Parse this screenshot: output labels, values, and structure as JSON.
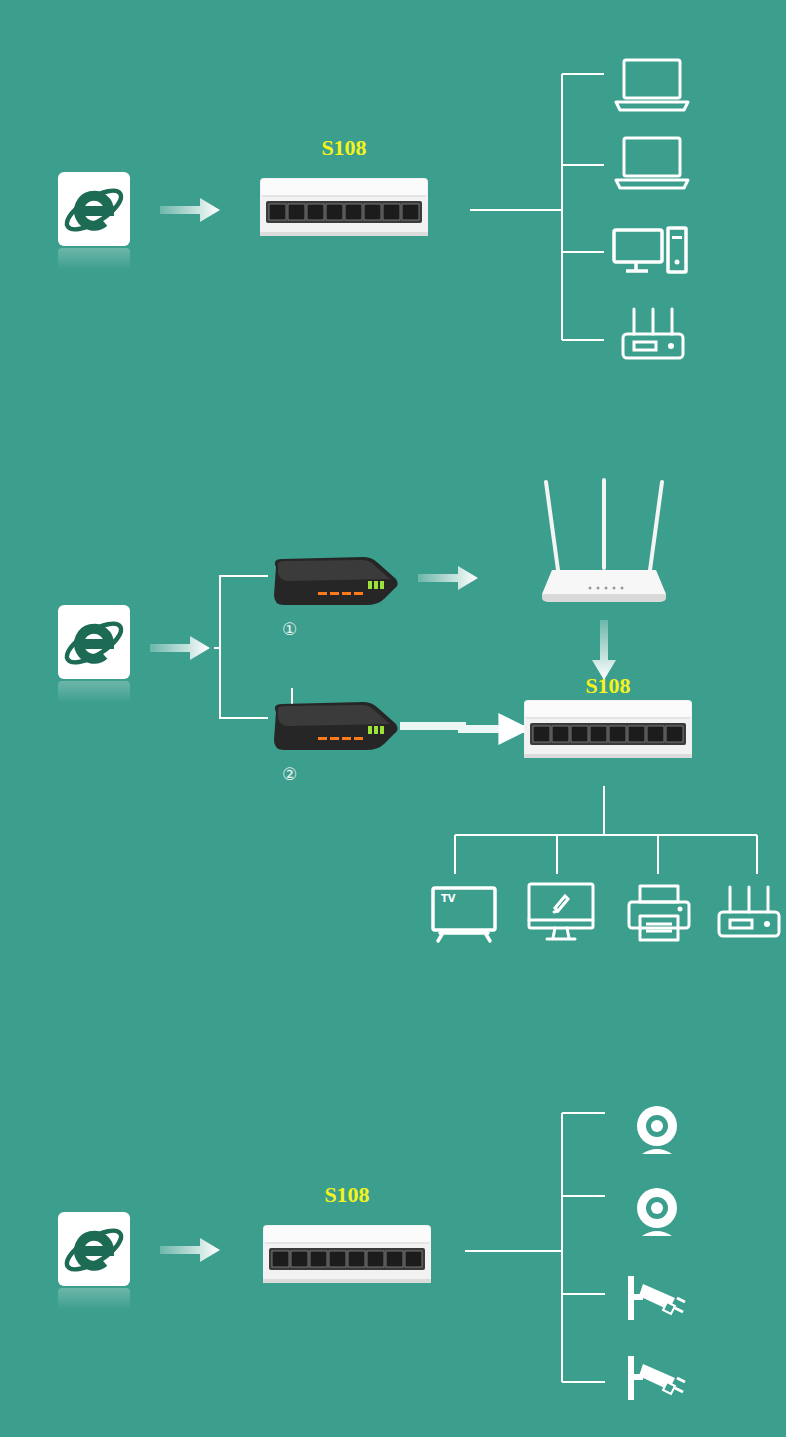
{
  "diagram": {
    "nodes": [
      {
        "text": [
          "S108"
        ]
      },
      {
        "text": [
          "①"
        ]
      },
      {
        "text": [
          "②"
        ]
      },
      {
        "text": [
          "S108"
        ]
      },
      {
        "text": [
          "S108"
        ]
      }
    ],
    "edges": [
      {
        "from": 2,
        "to": 3,
        "arrow": "to"
      }
    ],
    "labels": [
      "TV"
    ]
  }
}
